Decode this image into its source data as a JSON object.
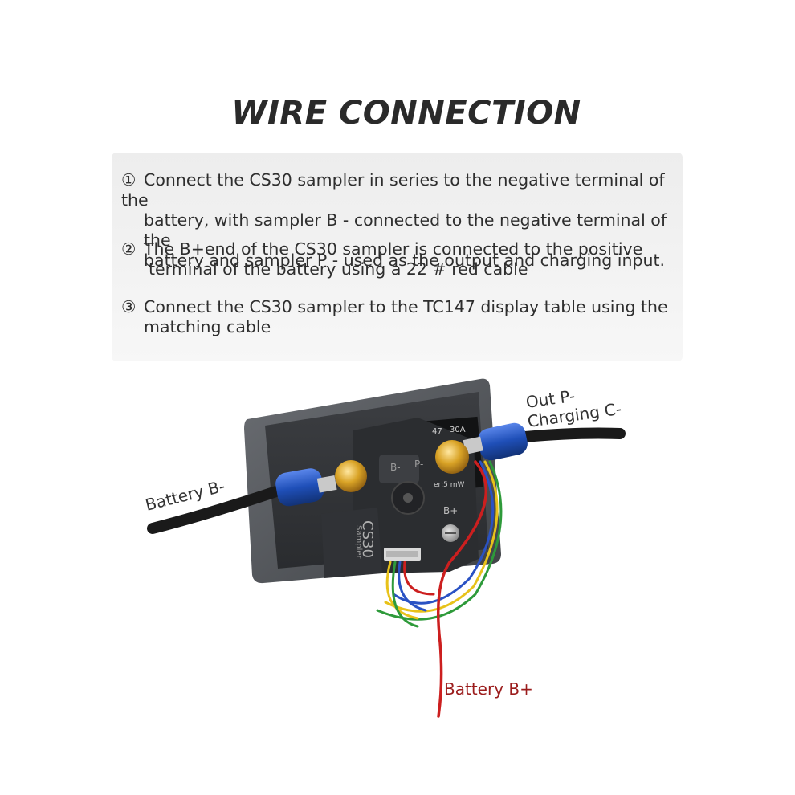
{
  "title": "WIRE CONNECTION",
  "steps": [
    {
      "number": "①",
      "lines": [
        "Connect the CS30 sampler in series to the negative terminal of the",
        "battery, with sampler B - connected to the negative terminal of the",
        "battery and sampler P - used as the output and charging input."
      ]
    },
    {
      "number": "②",
      "lines": [
        "The B+end of the CS30 sampler is connected to the positive",
        "terminal of the battery using a 22 # red cable"
      ]
    },
    {
      "number": "③",
      "lines": [
        "Connect the CS30 sampler to the TC147 display table using the",
        "matching cable"
      ]
    }
  ],
  "labels": {
    "battery_b_minus": "Battery B-",
    "out_p_minus": "Out P-",
    "charging_c_minus": "Charging C-",
    "battery_b_plus": "Battery B+"
  },
  "device": {
    "model": "CS30",
    "sub": "Sampler",
    "terminal_b_minus": "B-",
    "terminal_p_minus": "P-",
    "terminal_b_plus": "B+",
    "screen_readout_1": "47",
    "screen_readout_2": "30A",
    "screen_readout_3": "er:5 mW"
  },
  "colors": {
    "title": "#2a2a2a",
    "panel": "#efefef",
    "cable_black": "#1a1a1a",
    "terminal_blue": "#1f4fb8",
    "wire_red": "#cc1f1f",
    "wire_yellow": "#e8c21a",
    "wire_green": "#2e9a3a",
    "wire_blue": "#2a52c4",
    "label_red": "#9b1c1c"
  }
}
